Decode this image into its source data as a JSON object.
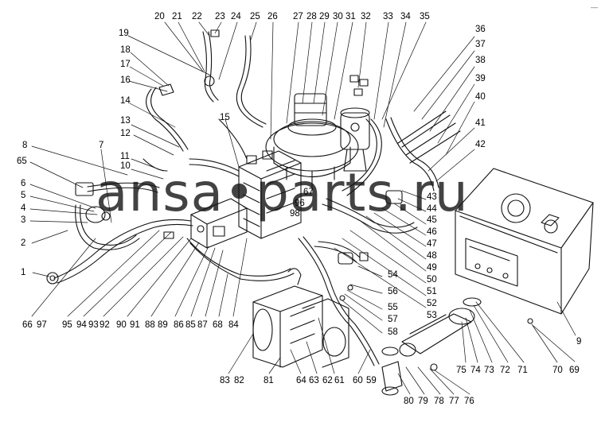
{
  "diagram": {
    "watermark": "ansa•parts.ru",
    "corner_mark": "—",
    "callouts": [
      "1",
      "2",
      "3",
      "4",
      "5",
      "6",
      "65",
      "8",
      "7",
      "11",
      "10",
      "12",
      "13",
      "14",
      "16",
      "17",
      "18",
      "19",
      "15",
      "20",
      "21",
      "22",
      "23",
      "24",
      "25",
      "26",
      "27",
      "28",
      "29",
      "30",
      "31",
      "32",
      "33",
      "34",
      "35",
      "36",
      "37",
      "38",
      "39",
      "40",
      "41",
      "42",
      "43",
      "44",
      "45",
      "46",
      "47",
      "48",
      "49",
      "50",
      "51",
      "52",
      "53",
      "67",
      "96",
      "98",
      "9",
      "66",
      "97",
      "95",
      "94",
      "93",
      "92",
      "90",
      "91",
      "88",
      "89",
      "86",
      "85",
      "87",
      "68",
      "84",
      "54",
      "56",
      "55",
      "57",
      "58",
      "83",
      "82",
      "81",
      "64",
      "63",
      "62",
      "61",
      "60",
      "59",
      "75",
      "74",
      "73",
      "72",
      "71",
      "70",
      "69",
      "80",
      "79",
      "78",
      "77",
      "76"
    ]
  }
}
